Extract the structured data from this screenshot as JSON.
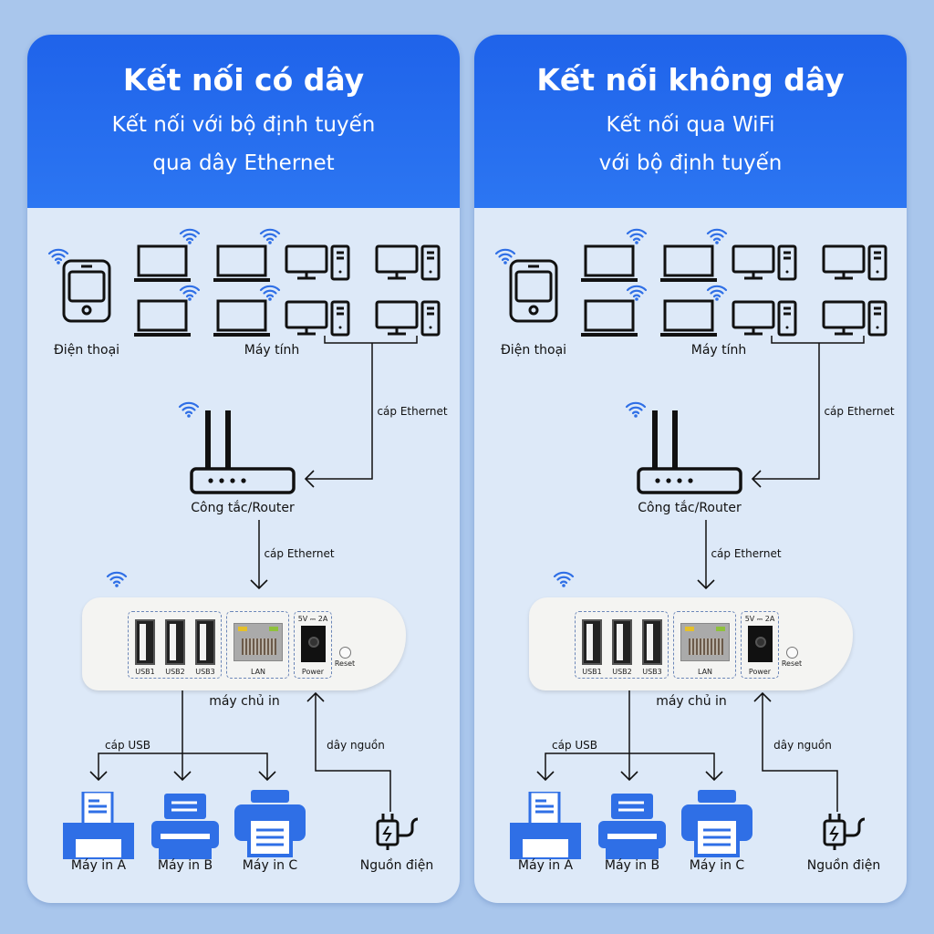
{
  "panels": [
    {
      "title": "Kết nối có dây",
      "subtitle": [
        "Kết nối với bộ định tuyến",
        "qua dây Ethernet"
      ],
      "phone_label": "Điện thoại",
      "computers_label": "Máy tính",
      "cable1": "cáp Ethernet",
      "router_label": "Công tắc/Router",
      "cable2": "cáp Ethernet",
      "ports": {
        "usb": [
          "USB1",
          "USB2",
          "USB3"
        ],
        "lan": "LAN",
        "power_rating": "5V ⎓ 2A",
        "power": "Power",
        "reset": "Reset"
      },
      "server_label": "máy chủ in",
      "usb_cable": "cáp USB",
      "power_cable": "dây nguồn",
      "printers": [
        "Máy in A",
        "Máy in B",
        "Máy in C"
      ],
      "power_source": "Nguồn điện"
    },
    {
      "title": "Kết nối không dây",
      "subtitle": [
        "Kết nối qua WiFi",
        "với bộ định tuyến"
      ],
      "phone_label": "Điện thoại",
      "computers_label": "Máy tính",
      "cable1": "cáp Ethernet",
      "router_label": "Công tắc/Router",
      "cable2": "cáp Ethernet",
      "ports": {
        "usb": [
          "USB1",
          "USB2",
          "USB3"
        ],
        "lan": "LAN",
        "power_rating": "5V ⎓ 2A",
        "power": "Power",
        "reset": "Reset"
      },
      "server_label": "máy chủ in",
      "usb_cable": "cáp USB",
      "power_cable": "dây nguồn",
      "printers": [
        "Máy in A",
        "Máy in B",
        "Máy in C"
      ],
      "power_source": "Nguồn điện"
    }
  ],
  "colors": {
    "header": "#1f63ea",
    "icon_blue": "#2f6fe6",
    "wifi": "#2f6fe6"
  }
}
